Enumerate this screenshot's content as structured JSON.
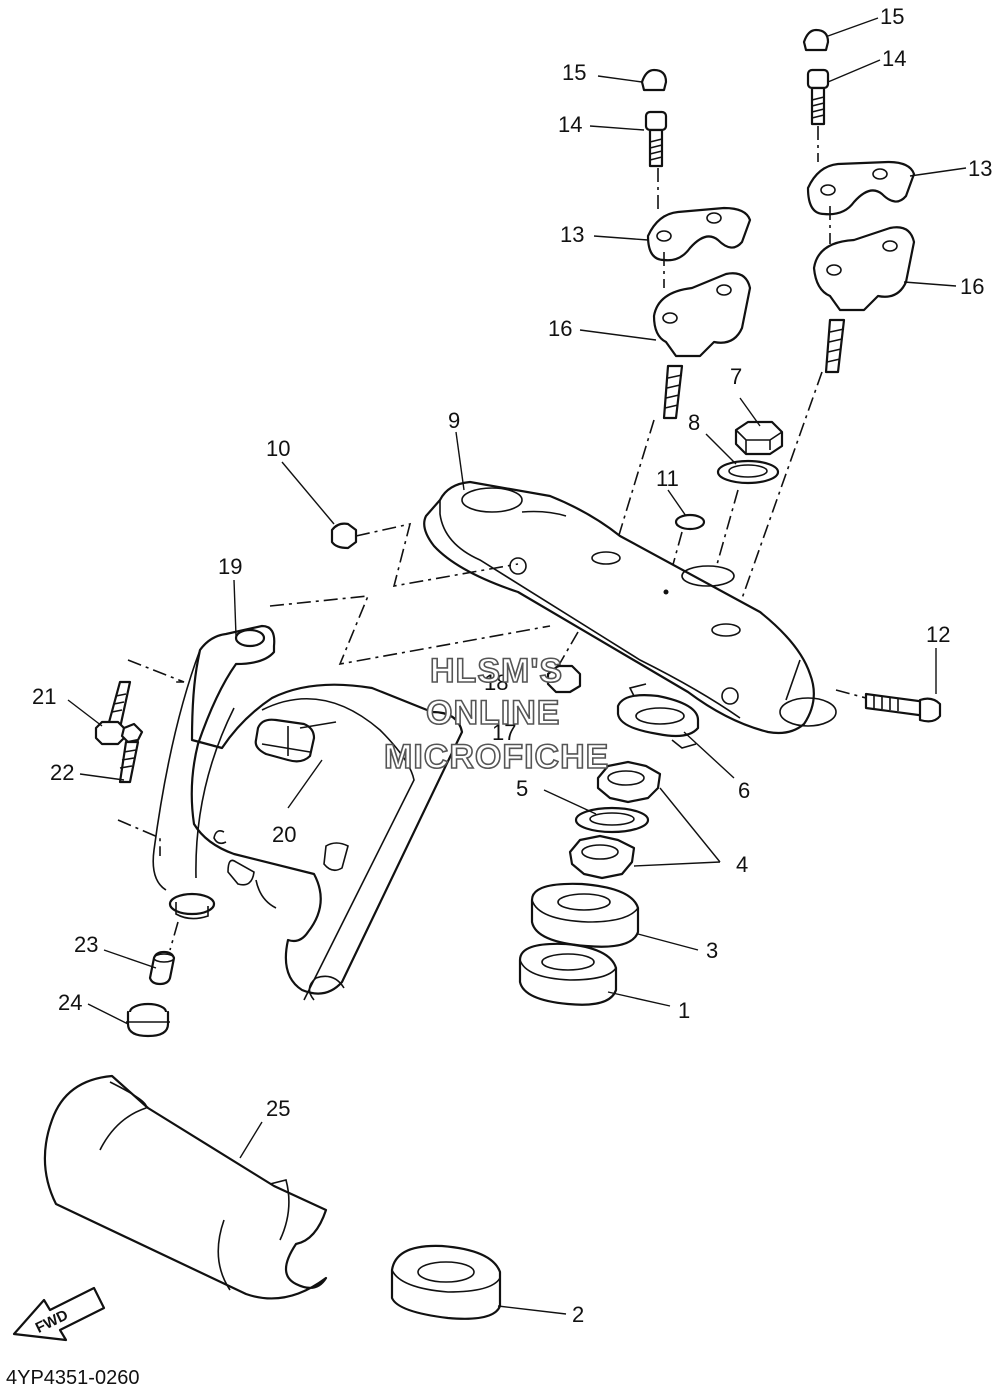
{
  "diagram_code": "4YP4351-0260",
  "watermark": [
    "HLSM'S",
    "ONLINE",
    "MICROFICHE"
  ],
  "fwd_label": "FWD",
  "callouts": [
    {
      "id": "c1",
      "label": "1"
    },
    {
      "id": "c2",
      "label": "2"
    },
    {
      "id": "c3",
      "label": "3"
    },
    {
      "id": "c4",
      "label": "4"
    },
    {
      "id": "c5",
      "label": "5"
    },
    {
      "id": "c6",
      "label": "6"
    },
    {
      "id": "c7",
      "label": "7"
    },
    {
      "id": "c8",
      "label": "8"
    },
    {
      "id": "c9",
      "label": "9"
    },
    {
      "id": "c10",
      "label": "10"
    },
    {
      "id": "c11",
      "label": "11"
    },
    {
      "id": "c12",
      "label": "12"
    },
    {
      "id": "c13a",
      "label": "13"
    },
    {
      "id": "c13b",
      "label": "13"
    },
    {
      "id": "c14a",
      "label": "14"
    },
    {
      "id": "c14b",
      "label": "14"
    },
    {
      "id": "c15a",
      "label": "15"
    },
    {
      "id": "c15b",
      "label": "15"
    },
    {
      "id": "c16a",
      "label": "16"
    },
    {
      "id": "c16b",
      "label": "16"
    },
    {
      "id": "c17",
      "label": "17"
    },
    {
      "id": "c18",
      "label": "18"
    },
    {
      "id": "c19",
      "label": "19"
    },
    {
      "id": "c20",
      "label": "20"
    },
    {
      "id": "c21",
      "label": "21"
    },
    {
      "id": "c22",
      "label": "22"
    },
    {
      "id": "c23",
      "label": "23"
    },
    {
      "id": "c24",
      "label": "24"
    },
    {
      "id": "c25",
      "label": "25"
    }
  ]
}
